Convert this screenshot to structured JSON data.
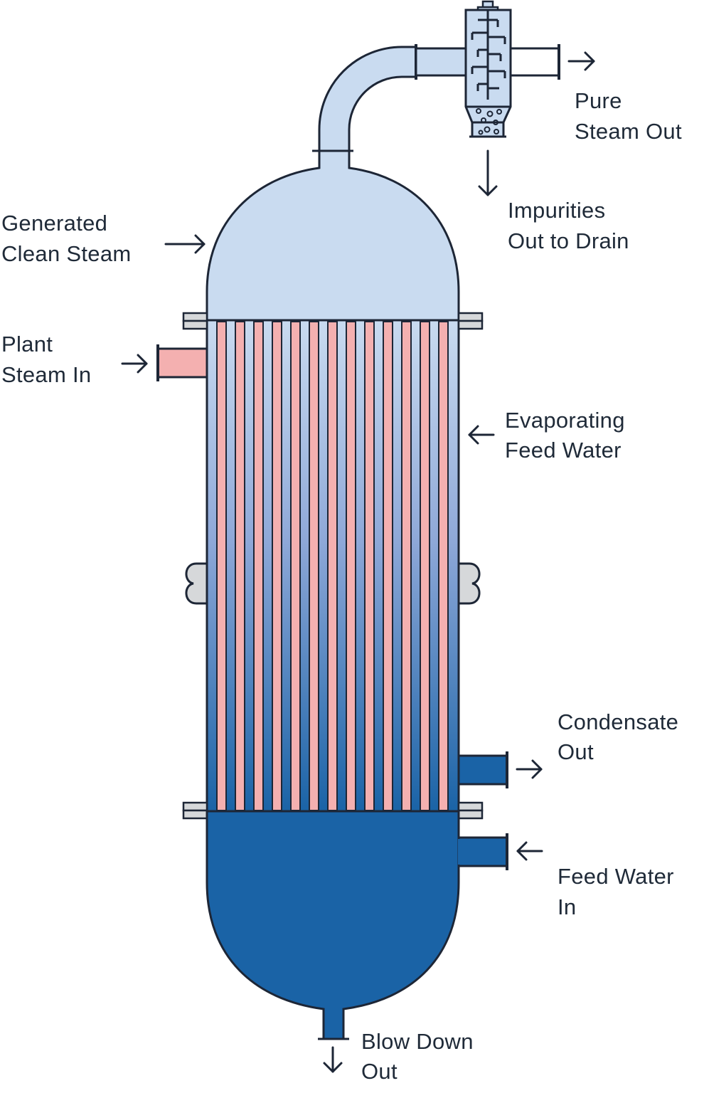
{
  "colors": {
    "steam": "#c9dbf0",
    "water": "#1a63a6",
    "plant_steam": "#f4b0b0",
    "outline": "#1d2636",
    "flange": "#d6d8da"
  },
  "labels": {
    "pure_steam_out": [
      "Pure",
      "Steam Out"
    ],
    "impurities": [
      "Impurities",
      "Out to Drain"
    ],
    "generated_clean_steam": [
      "Generated",
      "Clean Steam"
    ],
    "plant_steam_in": [
      "Plant",
      "Steam In"
    ],
    "evaporating_feed_water": [
      "Evaporating",
      "Feed Water"
    ],
    "condensate_out": [
      "Condensate",
      "Out"
    ],
    "feed_water_in": [
      "Feed Water",
      "In"
    ],
    "blow_down_out": [
      "Blow Down",
      "Out"
    ]
  }
}
